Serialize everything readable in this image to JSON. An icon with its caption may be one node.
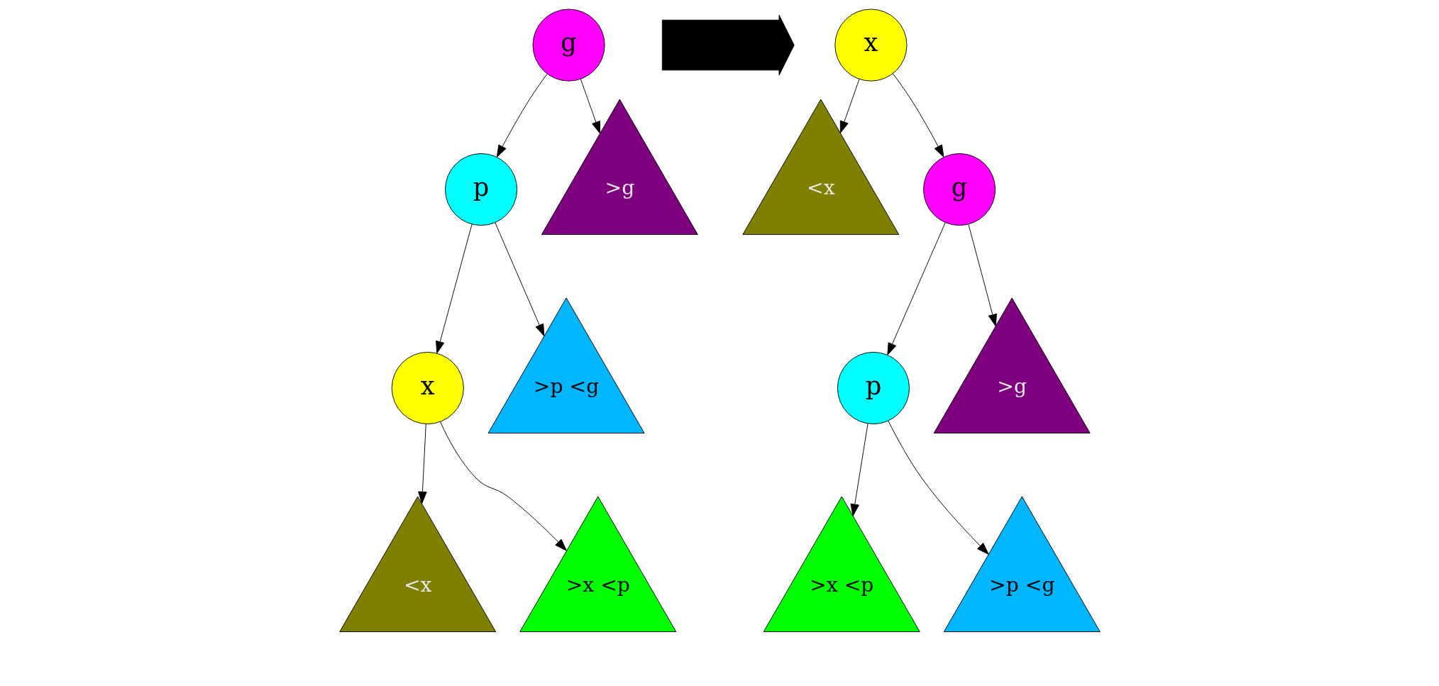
{
  "diagram": {
    "nodes": [
      {
        "text": [
          "g"
        ]
      },
      {
        "text": [
          "p"
        ]
      },
      {
        "text": [
          "x"
        ]
      },
      {
        "text": [
          "<x"
        ]
      },
      {
        "text": [
          ">x <p"
        ]
      },
      {
        "text": [
          ">p <g"
        ]
      },
      {
        "text": [
          ">g"
        ]
      },
      {
        "text": [],
        "shape": "arrow"
      },
      {
        "text": [
          "x"
        ]
      },
      {
        "text": [
          "<x"
        ]
      },
      {
        "text": [
          "g"
        ]
      },
      {
        "text": [
          "p"
        ]
      },
      {
        "text": [
          ">x <p"
        ]
      },
      {
        "text": [
          ">p <g"
        ]
      },
      {
        "text": [
          ">g"
        ]
      }
    ],
    "edges": [
      {
        "from": 0,
        "to": 1,
        "arrow": "to"
      },
      {
        "from": 0,
        "to": 6,
        "arrow": "to"
      },
      {
        "from": 1,
        "to": 2,
        "arrow": "to"
      },
      {
        "from": 1,
        "to": 5,
        "arrow": "to"
      },
      {
        "from": 2,
        "to": 3,
        "arrow": "to"
      },
      {
        "from": 2,
        "to": 4,
        "arrow": "to"
      },
      {
        "from": 8,
        "to": 9,
        "arrow": "to"
      },
      {
        "from": 8,
        "to": 10,
        "arrow": "to"
      },
      {
        "from": 10,
        "to": 11,
        "arrow": "to"
      },
      {
        "from": 10,
        "to": 14,
        "arrow": "to"
      },
      {
        "from": 11,
        "to": 12,
        "arrow": "to"
      },
      {
        "from": 11,
        "to": 13,
        "arrow": "to"
      }
    ]
  }
}
